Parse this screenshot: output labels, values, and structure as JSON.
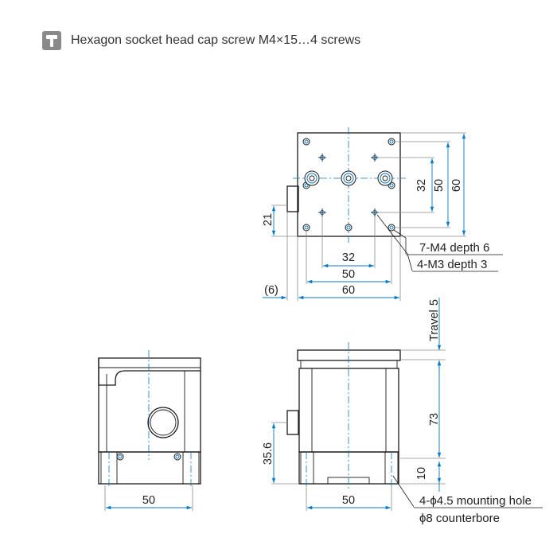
{
  "header": {
    "icon": "hex-socket-screw-icon",
    "text": "Hexagon socket head cap screw M4×15…4 screws"
  },
  "dimensions": {
    "top_view": {
      "inner_32_vertical": "32",
      "inner_50_vertical": "50",
      "outer_60_vertical": "60",
      "height_21": "21",
      "inner_32_horizontal": "32",
      "inner_50_horizontal": "50",
      "outer_60_horizontal": "60",
      "offset_6": "(6)"
    },
    "front_view": {
      "travel_label": "Travel",
      "travel_value": "5",
      "height_73": "73",
      "height_10": "10",
      "height_35_6": "35.6",
      "width_50": "50"
    },
    "side_view": {
      "width_50": "50"
    }
  },
  "callouts": {
    "m4_threads": "7-M4 depth 6",
    "m3_threads": "4-M3 depth 3",
    "mounting_hole": "4-ϕ4.5 mounting hole",
    "counterbore": "ϕ8 counterbore"
  },
  "colors": {
    "dimension_line": "#0a79c8",
    "outline": "#1a1a1a",
    "extension_line": "#8a8a8a",
    "icon_bg": "#8a8a8a"
  }
}
